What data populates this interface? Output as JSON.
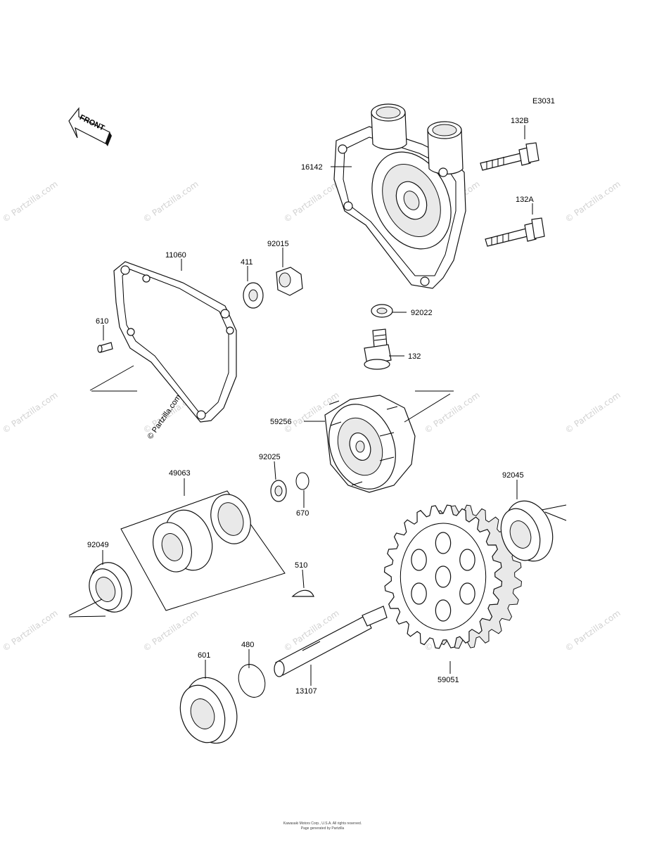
{
  "diagram": {
    "code": "E3031",
    "front_label": "FRONT",
    "diagram_watermark": "© Partzilla.com",
    "parts": [
      {
        "id": "132b",
        "label": "132B"
      },
      {
        "id": "16142",
        "label": "16142"
      },
      {
        "id": "132a",
        "label": "132A"
      },
      {
        "id": "11060",
        "label": "11060"
      },
      {
        "id": "411",
        "label": "411"
      },
      {
        "id": "92015",
        "label": "92015"
      },
      {
        "id": "92022",
        "label": "92022"
      },
      {
        "id": "610",
        "label": "610"
      },
      {
        "id": "132",
        "label": "132"
      },
      {
        "id": "59256",
        "label": "59256"
      },
      {
        "id": "49063",
        "label": "49063"
      },
      {
        "id": "92025",
        "label": "92025"
      },
      {
        "id": "670",
        "label": "670"
      },
      {
        "id": "92045",
        "label": "92045"
      },
      {
        "id": "92049",
        "label": "92049"
      },
      {
        "id": "510",
        "label": "510"
      },
      {
        "id": "480",
        "label": "480"
      },
      {
        "id": "601",
        "label": "601"
      },
      {
        "id": "13107",
        "label": "13107"
      },
      {
        "id": "59051",
        "label": "59051"
      }
    ]
  },
  "background_watermark": "© Partzilla.com",
  "footer": {
    "line1": "Kawasaki Motors Corp., U.S.A. All rights reserved.",
    "line2": "Page generated by Partzilla"
  }
}
